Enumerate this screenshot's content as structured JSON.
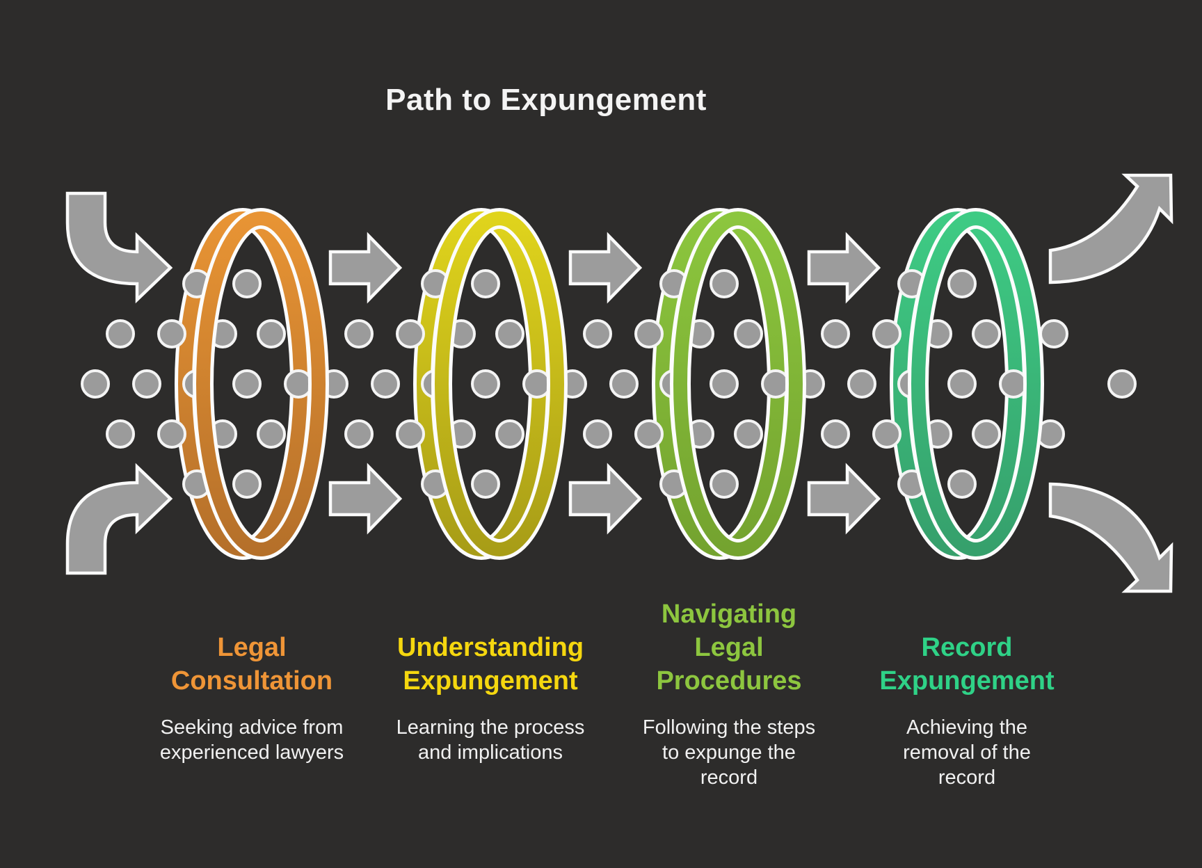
{
  "title": "Path to Expungement",
  "colors": {
    "background": "#2D2C2B",
    "title_text": "#F4F4F4",
    "description_text": "#F1F1F1",
    "arrow_fill": "#9C9C9C",
    "arrow_outline": "#FAFAFA",
    "dot_fill": "#9B9B9B",
    "dot_outline": "#F4F4F4",
    "ring_outline": "#FCFCFC"
  },
  "stages": [
    {
      "name": "Legal Consultation",
      "label": "Legal\nConsultation",
      "description": "Seeking advice from\nexperienced lawyers",
      "color": "#EF9537",
      "ring_gradient_top": "#E89434",
      "ring_gradient_bottom": "#B5702A"
    },
    {
      "name": "Understanding Expungement",
      "label": "Understanding\nExpungement",
      "description": "Learning the process\nand implications",
      "color": "#F5D70F",
      "ring_gradient_top": "#E0D41C",
      "ring_gradient_bottom": "#A89D17"
    },
    {
      "name": "Navigating Legal Procedures",
      "label": "Navigating\nLegal\nProcedures",
      "description": "Following the steps\nto expunge the\nrecord",
      "color": "#8DC63F",
      "ring_gradient_top": "#8CC63E",
      "ring_gradient_bottom": "#74A32F"
    },
    {
      "name": "Record Expungement",
      "label": "Record\nExpungement",
      "description": "Achieving the\nremoval of the\nrecord",
      "color": "#2FD287",
      "ring_gradient_top": "#3ECB84",
      "ring_gradient_bottom": "#36A06C"
    }
  ]
}
